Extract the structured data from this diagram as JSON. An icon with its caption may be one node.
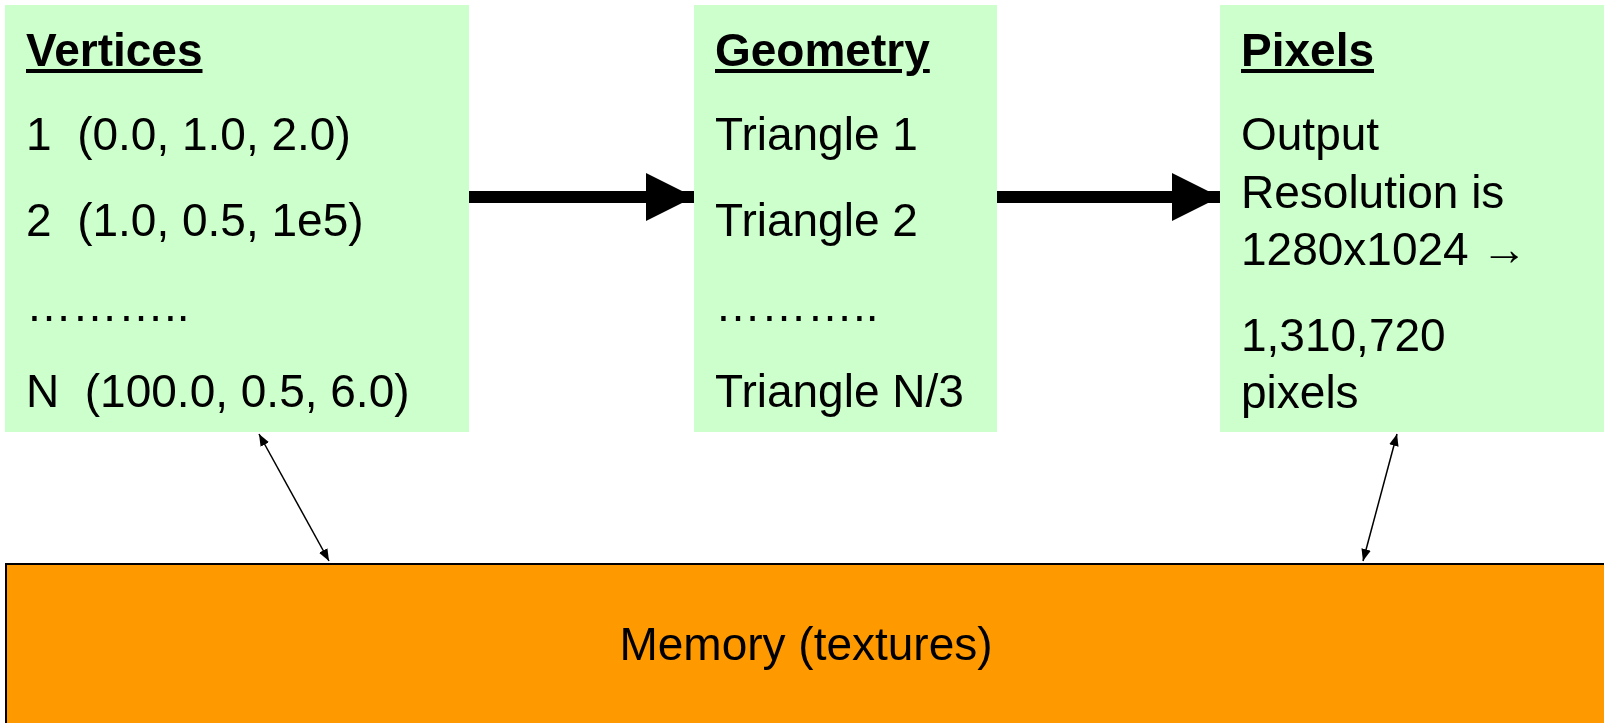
{
  "diagram": {
    "nodes": [
      {
        "text": [
          "Vertices",
          "1  (0.0, 1.0, 2.0)",
          "2  (1.0, 0.5, 1e5)",
          "………..",
          "N  (100.0, 0.5, 6.0)"
        ]
      },
      {
        "text": [
          "Geometry",
          "Triangle 1",
          "Triangle 2",
          "………..",
          "Triangle N/3"
        ]
      },
      {
        "text": [
          "Pixels",
          "Output Resolution is 1280x1024 →",
          "1,310,720 pixels"
        ]
      },
      {
        "text": [
          "Memory (textures)"
        ]
      }
    ],
    "edges": [
      {
        "from": 0,
        "to": 1,
        "arrow": "to",
        "style": "thick"
      },
      {
        "from": 1,
        "to": 2,
        "arrow": "to",
        "style": "thick"
      },
      {
        "from": 0,
        "to": 3,
        "arrow": "both"
      },
      {
        "from": 2,
        "to": 3,
        "arrow": "both"
      }
    ]
  }
}
